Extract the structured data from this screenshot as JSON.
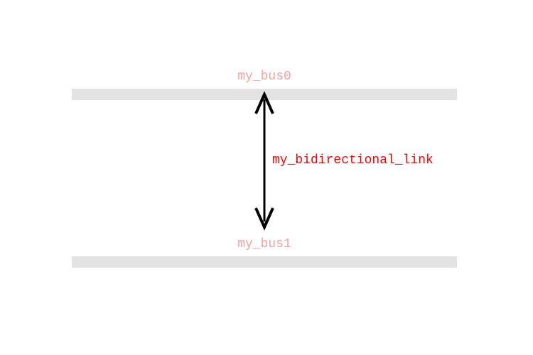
{
  "buses": [
    {
      "label": "my_bus0"
    },
    {
      "label": "my_bus1"
    }
  ],
  "link": {
    "label": "my_bidirectional_link",
    "direction": "bidirectional"
  },
  "colors": {
    "bus_label": "#f4a3a3",
    "bus_bar": "#e3e3e3",
    "link_label": "#ff0000",
    "arrow": "#000000"
  }
}
